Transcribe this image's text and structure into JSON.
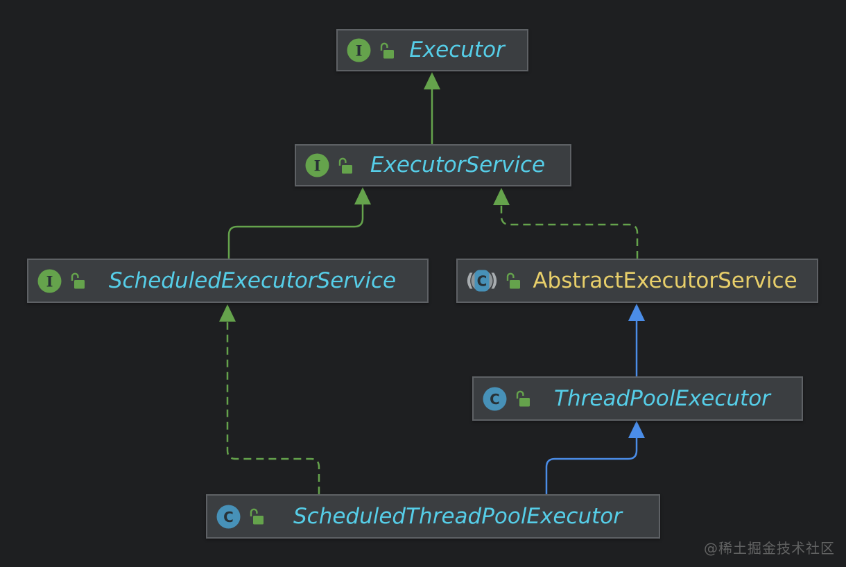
{
  "colors": {
    "bg": "#1e1f21",
    "box_fill": "#3b3e41",
    "box_border": "#5e6165",
    "green": "#65a34c",
    "blue": "#4b8de8",
    "cyan": "#56cee8",
    "yellow": "#e8cf6a",
    "class_icon_blue": "#4791b8",
    "icon_letter_dark": "#283136",
    "abstract_gray": "#8f9598",
    "paren_gray": "#a8adb0",
    "watermark_gray": "#6f6f6f"
  },
  "nodes": [
    {
      "id": "executor",
      "label": "Executor",
      "kind": "interface",
      "icon_letter": "I"
    },
    {
      "id": "executor-service",
      "label": "ExecutorService",
      "kind": "interface",
      "icon_letter": "I"
    },
    {
      "id": "scheduled-executor-service",
      "label": "ScheduledExecutorService",
      "kind": "interface",
      "icon_letter": "I"
    },
    {
      "id": "abstract-executor-service",
      "label": "AbstractExecutorService",
      "kind": "abstract-class",
      "icon_letter": "C",
      "paren_open": "(",
      "paren_close": ")"
    },
    {
      "id": "thread-pool-executor",
      "label": "ThreadPoolExecutor",
      "kind": "class",
      "icon_letter": "C"
    },
    {
      "id": "scheduled-thread-pool-executor",
      "label": "ScheduledThreadPoolExecutor",
      "kind": "class",
      "icon_letter": "C"
    }
  ],
  "edges": [
    {
      "from": "ExecutorService",
      "to": "Executor",
      "relation": "extends",
      "style": "solid",
      "color": "green"
    },
    {
      "from": "ScheduledExecutorService",
      "to": "ExecutorService",
      "relation": "extends",
      "style": "solid",
      "color": "green"
    },
    {
      "from": "AbstractExecutorService",
      "to": "ExecutorService",
      "relation": "implements",
      "style": "dashed",
      "color": "green"
    },
    {
      "from": "ThreadPoolExecutor",
      "to": "AbstractExecutorService",
      "relation": "extends",
      "style": "solid",
      "color": "blue"
    },
    {
      "from": "ScheduledThreadPoolExecutor",
      "to": "ScheduledExecutorService",
      "relation": "implements",
      "style": "dashed",
      "color": "green"
    },
    {
      "from": "ScheduledThreadPoolExecutor",
      "to": "ThreadPoolExecutor",
      "relation": "extends",
      "style": "solid",
      "color": "blue"
    }
  ],
  "watermark": {
    "text": "@稀土掘金技术社区"
  }
}
